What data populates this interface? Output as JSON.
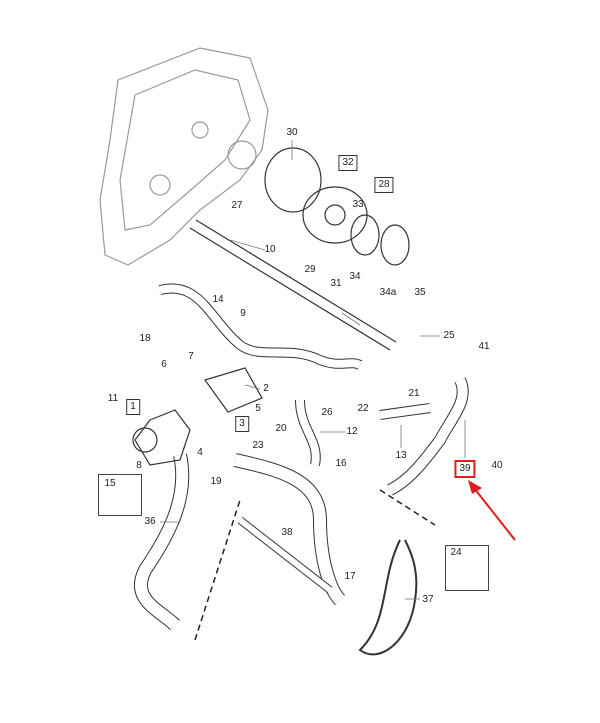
{
  "diagram": {
    "title_hidden": null,
    "highlight_color": "#e21b1b",
    "labels": [
      "30",
      "32",
      "28",
      "33",
      "27",
      "10",
      "29",
      "31",
      "34",
      "34a",
      "35",
      "14",
      "18",
      "9",
      "25",
      "41",
      "7",
      "6",
      "2",
      "21",
      "22",
      "26",
      "5",
      "1",
      "11",
      "3",
      "23",
      "4",
      "8",
      "20",
      "12",
      "13",
      "39",
      "40",
      "16",
      "15",
      "19",
      "36",
      "38",
      "24",
      "17",
      "37"
    ],
    "highlighted_part": "39"
  }
}
